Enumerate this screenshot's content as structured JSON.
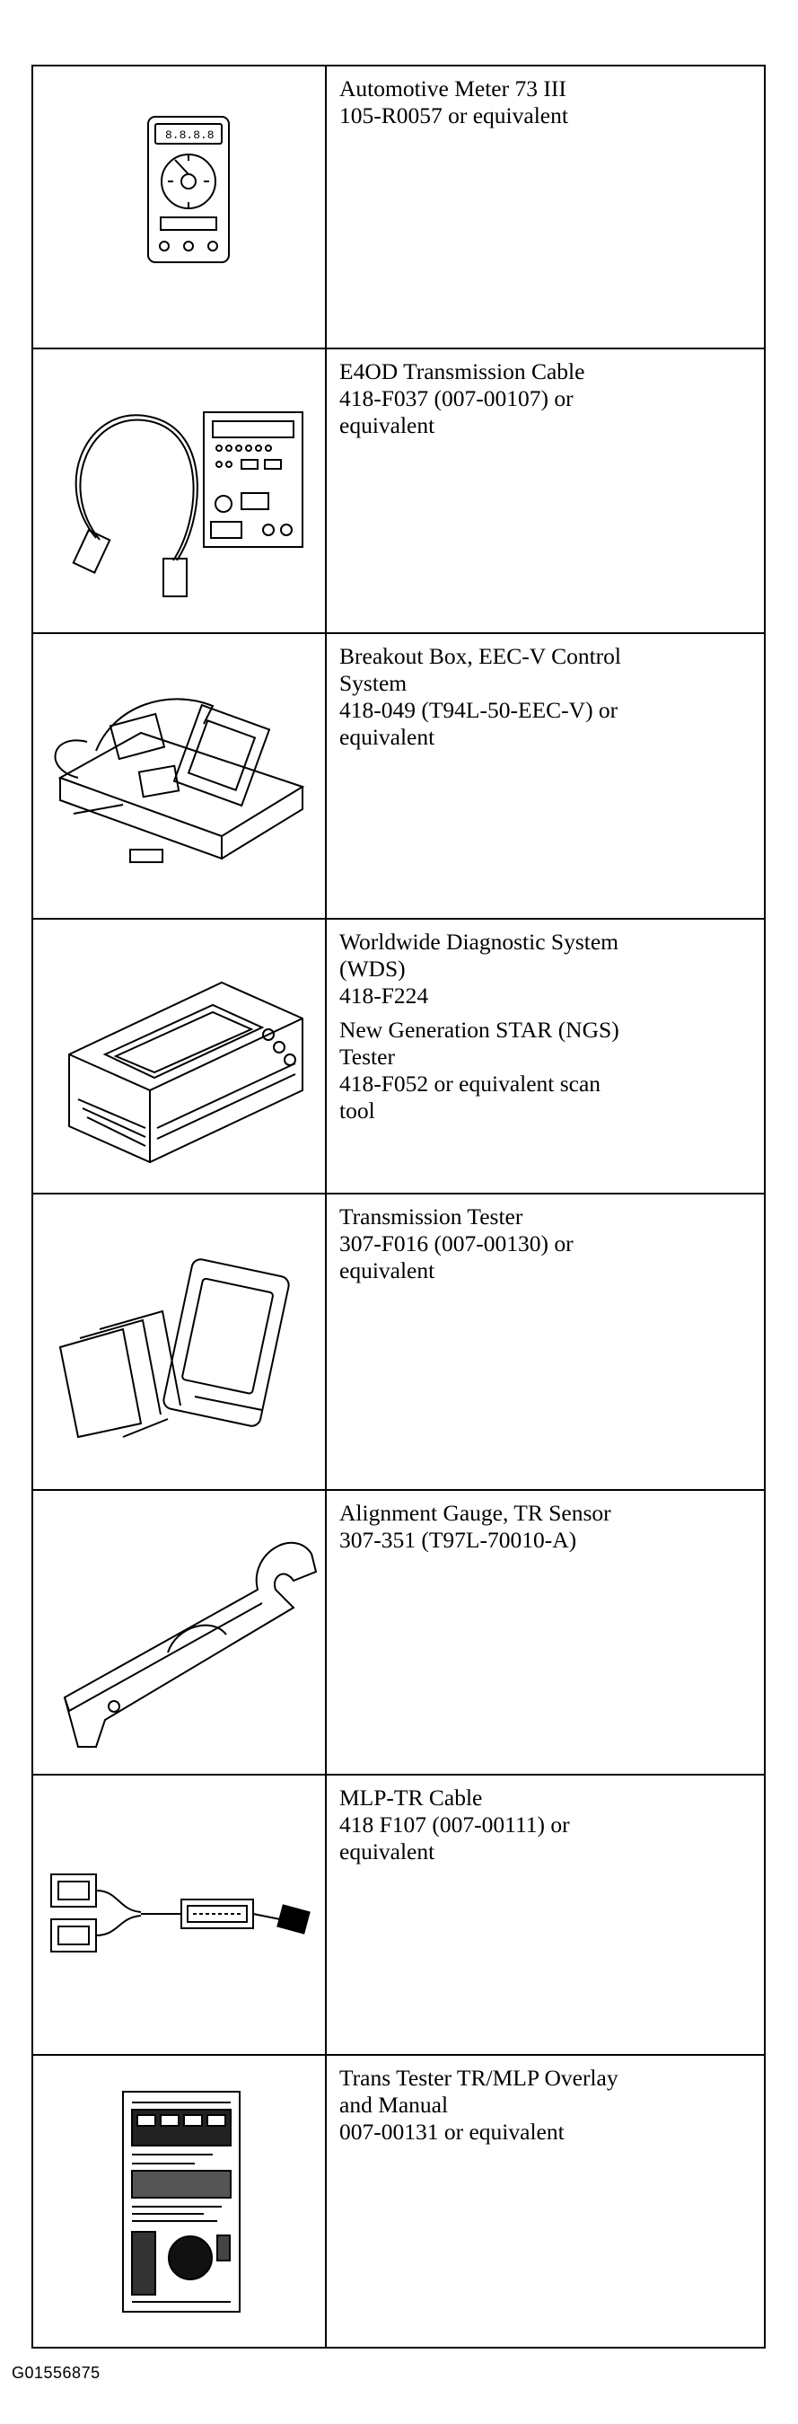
{
  "tools": [
    {
      "icon": "multimeter-icon",
      "lines": [
        "Automotive Meter 73 III",
        "105-R0057 or equivalent"
      ]
    },
    {
      "icon": "transmission-cable-icon",
      "lines": [
        "E4OD Transmission Cable",
        "418-F037 (007-00107) or",
        "equivalent"
      ]
    },
    {
      "icon": "breakout-box-icon",
      "lines": [
        "Breakout Box, EEC-V Control",
        "System",
        "418-049 (T94L-50-EEC-V) or",
        "equivalent"
      ]
    },
    {
      "icon": "diagnostic-system-icon",
      "lines": [
        "Worldwide Diagnostic System",
        "(WDS)",
        "418-F224"
      ],
      "lines2": [
        "New Generation STAR (NGS)",
        "Tester",
        "418-F052 or equivalent scan",
        "tool"
      ]
    },
    {
      "icon": "transmission-tester-icon",
      "lines": [
        "Transmission Tester",
        "307-F016 (007-00130) or",
        "equivalent"
      ]
    },
    {
      "icon": "alignment-gauge-icon",
      "lines": [
        "Alignment Gauge, TR Sensor",
        "307-351 (T97L-70010-A)"
      ]
    },
    {
      "icon": "mlp-tr-cable-icon",
      "lines": [
        "MLP-TR Cable",
        "418 F107 (007-00111) or",
        "equivalent"
      ]
    },
    {
      "icon": "overlay-manual-icon",
      "lines": [
        "Trans Tester TR/MLP Overlay",
        "and Manual",
        "007-00131 or equivalent"
      ]
    }
  ],
  "figure_id": "G01556875"
}
